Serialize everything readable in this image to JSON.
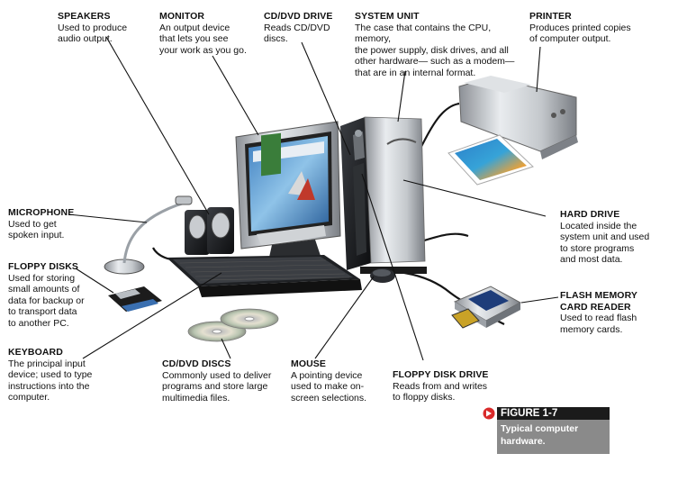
{
  "labels": {
    "speakers": {
      "title": "SPEAKERS",
      "desc": "Used to produce\naudio output."
    },
    "monitor": {
      "title": "MONITOR",
      "desc": "An output device\nthat lets you see\nyour work as you go."
    },
    "cddrive": {
      "title": "CD/DVD DRIVE",
      "desc": "Reads CD/DVD\ndiscs."
    },
    "systemunit": {
      "title": "SYSTEM UNIT",
      "desc": "The case that contains the CPU, memory,\nthe power supply, disk drives, and all\nother hardware— such as a modem—\nthat are in an internal format."
    },
    "printer": {
      "title": "PRINTER",
      "desc": "Produces printed copies\nof computer output."
    },
    "microphone": {
      "title": "MICROPHONE",
      "desc": "Used to get\nspoken input."
    },
    "floppydisks": {
      "title": "FLOPPY DISKS",
      "desc": "Used for storing\nsmall amounts of\ndata for backup or\nto transport data\nto another PC."
    },
    "harddrive": {
      "title": "HARD DRIVE",
      "desc": "Located inside the\nsystem unit and used\nto store programs\nand most data."
    },
    "flashreader": {
      "title": "FLASH MEMORY\nCARD READER",
      "desc": "Used to read flash\nmemory cards."
    },
    "keyboard": {
      "title": "KEYBOARD",
      "desc": "The principal input\ndevice; used to type\ninstructions into the\ncomputer."
    },
    "cddiscs": {
      "title": "CD/DVD DISCS",
      "desc": "Commonly used to deliver\nprograms and store large\nmultimedia files."
    },
    "mouse": {
      "title": "MOUSE",
      "desc": "A pointing device\nused to make on-\nscreen selections."
    },
    "floppydrive": {
      "title": "FLOPPY DISK DRIVE",
      "desc": "Reads from and writes\nto floppy disks."
    }
  },
  "figure": {
    "number": "FIGURE 1-7",
    "caption": "Typical computer\nhardware."
  },
  "colors": {
    "accent": "#d92b2b",
    "caption_bg": "#8a8a8a",
    "header_bg": "#1b1b1b"
  }
}
